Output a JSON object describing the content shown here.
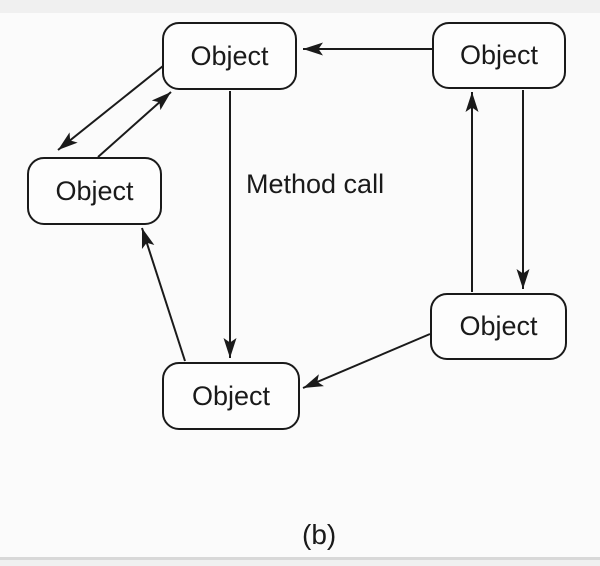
{
  "figure": {
    "caption": "(b)",
    "ink_color": "#1a1a1a",
    "background_color": "#fbfbfb",
    "box_fill_color": "#fdfdfd",
    "scan_band_color": "#f0f0f0",
    "scan_rule_color": "#d8d8d8"
  },
  "diagram": {
    "type": "object-communication-diagram",
    "nodes": [
      {
        "id": "object-top-left",
        "label": "Object"
      },
      {
        "id": "object-top-right",
        "label": "Object"
      },
      {
        "id": "object-mid-left",
        "label": "Object"
      },
      {
        "id": "object-bottom-center",
        "label": "Object"
      },
      {
        "id": "object-right",
        "label": "Object"
      }
    ],
    "edge_label": "Method call",
    "edges": [
      {
        "from": "object-top-right",
        "to": "object-top-left"
      },
      {
        "from": "object-top-left",
        "to": "object-mid-left"
      },
      {
        "from": "object-mid-left",
        "to": "object-top-left"
      },
      {
        "from": "object-top-left",
        "to": "object-bottom-center",
        "label": "Method call"
      },
      {
        "from": "object-right",
        "to": "object-top-right"
      },
      {
        "from": "object-top-right",
        "to": "object-right"
      },
      {
        "from": "object-right",
        "to": "object-bottom-center"
      },
      {
        "from": "object-bottom-center",
        "to": "object-mid-left"
      }
    ]
  }
}
